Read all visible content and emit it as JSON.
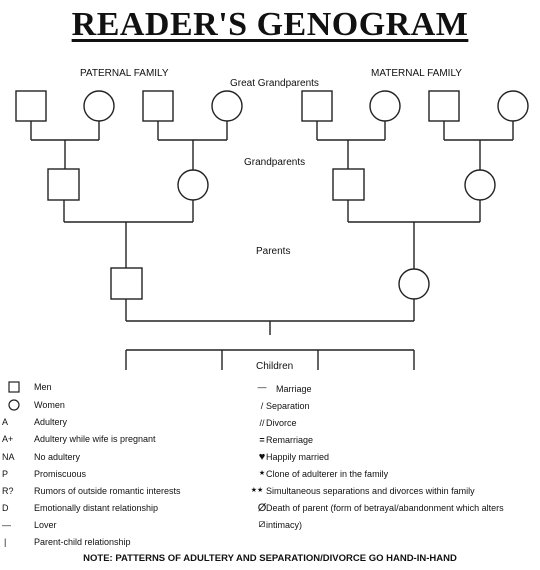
{
  "title": "READER'S GENOGRAM",
  "labels": {
    "paternal": "PATERNAL FAMILY",
    "maternal": "MATERNAL FAMILY",
    "great_grandparents": "Great Grandparents",
    "grandparents": "Grandparents",
    "parents": "Parents",
    "children": "Children"
  },
  "legend_left": [
    {
      "symbol": "square-icon",
      "text": "Men"
    },
    {
      "symbol": "circle-icon",
      "text": "Women"
    },
    {
      "symbol": "A",
      "text": "Adultery"
    },
    {
      "symbol": "A+",
      "text": "Adultery while wife is pregnant"
    },
    {
      "symbol": "NA",
      "text": "No adultery"
    },
    {
      "symbol": "P",
      "text": "Promiscuous"
    },
    {
      "symbol": "R?",
      "text": "Rumors of outside romantic interests"
    },
    {
      "symbol": "D",
      "text": "Emotionally distant relationship"
    },
    {
      "symbol": "—",
      "text": "Lover"
    },
    {
      "symbol": "|",
      "text": "Parent-child relationship"
    }
  ],
  "legend_right": [
    {
      "symbol": "—",
      "text": "Marriage"
    },
    {
      "symbol": "/",
      "text": "Separation"
    },
    {
      "symbol": "//",
      "text": "Divorce"
    },
    {
      "symbol": "=",
      "text": "Remarriage"
    },
    {
      "symbol": "♥",
      "text": "Happily married"
    },
    {
      "symbol": "★",
      "text": "Clone of adulterer in the family"
    },
    {
      "symbol": "★★",
      "text": "Simultaneous separations and divorces within family"
    },
    {
      "symbol": "Ø",
      "text": "Death of parent (form of betrayal/abandonment which alters"
    },
    {
      "symbol": "⧄",
      "text": "intimacy)"
    }
  ],
  "note": "NOTE: PATTERNS OF ADULTERY AND SEPARATION/DIVORCE GO HAND-IN-HAND"
}
